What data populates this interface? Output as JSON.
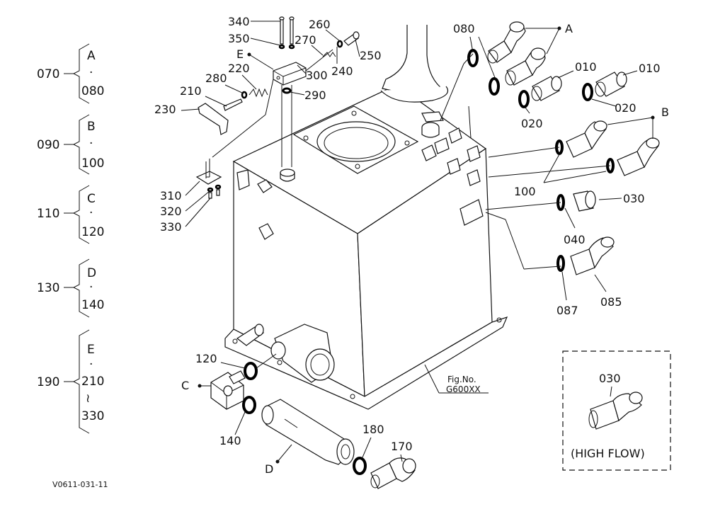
{
  "left_groups": [
    {
      "key": "070",
      "top": "A",
      "bottom": "080"
    },
    {
      "key": "090",
      "top": "B",
      "bottom": "100"
    },
    {
      "key": "110",
      "top": "C",
      "bottom": "120"
    },
    {
      "key": "130",
      "top": "D",
      "bottom": "140"
    },
    {
      "key": "190",
      "top": "E",
      "bottom": "210",
      "extra": "330"
    }
  ],
  "separator_dot": "·",
  "range_mark": "≀",
  "callouts": {
    "p340": "340",
    "p350": "350",
    "p270": "270",
    "p260": "260",
    "p250": "250",
    "p300": "300",
    "p240": "240",
    "p280": "280",
    "p220": "220",
    "p210": "210",
    "p290": "290",
    "p230": "230",
    "p310": "310",
    "p320": "320",
    "p330": "330",
    "p080": "080",
    "p010a": "010",
    "p010b": "010",
    "p020a": "020",
    "p020b": "020",
    "p100": "100",
    "p030": "030",
    "p040": "040",
    "p085": "085",
    "p087": "087",
    "p120": "120",
    "p140": "140",
    "p180": "180",
    "p170": "170",
    "letterA": "A",
    "letterB": "B",
    "letterC": "C",
    "letterD": "D",
    "letterE": "E"
  },
  "fig": {
    "label": "Fig.No.",
    "number": "G600XX"
  },
  "inset": {
    "part": "030",
    "caption": "(HIGH FLOW)"
  },
  "footer_code": "V0611-031-11"
}
